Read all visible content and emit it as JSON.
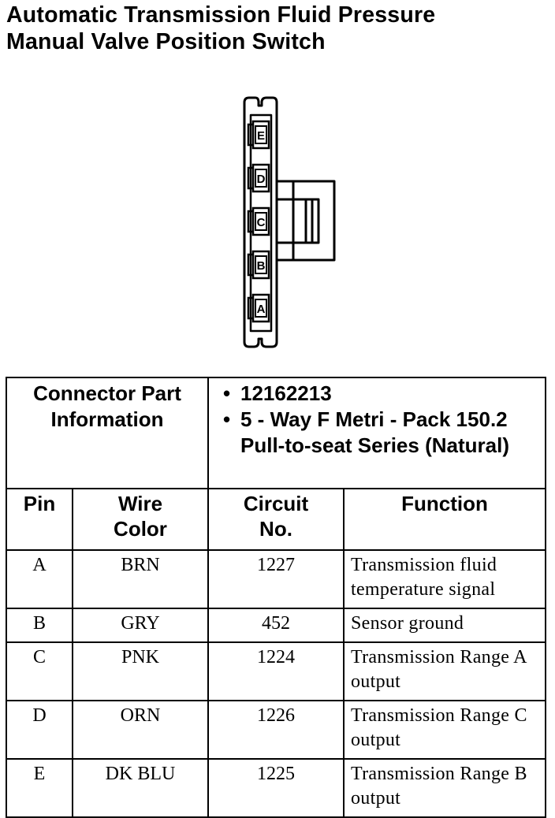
{
  "title": {
    "line1": "Automatic Transmission Fluid Pressure",
    "line2": "Manual Valve Position Switch"
  },
  "connector": {
    "pins_top_to_bottom": [
      "E",
      "D",
      "C",
      "B",
      "A"
    ]
  },
  "info": {
    "label_line1": "Connector Part",
    "label_line2": "Information",
    "bullet": "•",
    "items": [
      {
        "text": "12162213"
      },
      {
        "text": "5 - Way F Metri - Pack 150.2 Pull-to-seat Series (Natural)"
      }
    ]
  },
  "headers": {
    "pin": "Pin",
    "wire_color_1": "Wire",
    "wire_color_2": "Color",
    "circuit_1": "Circuit",
    "circuit_2": "No.",
    "function": "Function"
  },
  "rows": [
    {
      "pin": "A",
      "color": "BRN",
      "circuit": "1227",
      "function": "Transmission fluid temperature signal"
    },
    {
      "pin": "B",
      "color": "GRY",
      "circuit": "452",
      "function": "Sensor ground"
    },
    {
      "pin": "C",
      "color": "PNK",
      "circuit": "1224",
      "function": "Transmission Range A output"
    },
    {
      "pin": "D",
      "color": "ORN",
      "circuit": "1226",
      "function": "Transmission Range C output"
    },
    {
      "pin": "E",
      "color": "DK BLU",
      "circuit": "1225",
      "function": "Transmission Range B output"
    }
  ]
}
